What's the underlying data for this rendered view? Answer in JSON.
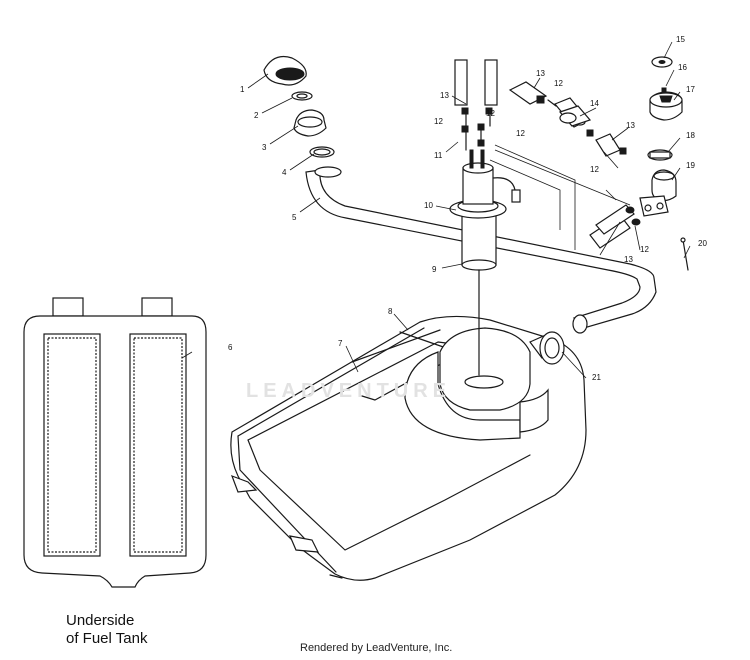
{
  "diagram": {
    "callouts": [
      {
        "id": "c1",
        "label": "1"
      },
      {
        "id": "c2",
        "label": "2"
      },
      {
        "id": "c3",
        "label": "3"
      },
      {
        "id": "c4",
        "label": "4"
      },
      {
        "id": "c5",
        "label": "5"
      },
      {
        "id": "c6",
        "label": "6"
      },
      {
        "id": "c7",
        "label": "7"
      },
      {
        "id": "c8",
        "label": "8"
      },
      {
        "id": "c9",
        "label": "9"
      },
      {
        "id": "c10",
        "label": "10"
      },
      {
        "id": "c11",
        "label": "11"
      },
      {
        "id": "c12a",
        "label": "12"
      },
      {
        "id": "c12b",
        "label": "12"
      },
      {
        "id": "c12c",
        "label": "12"
      },
      {
        "id": "c12d",
        "label": "12"
      },
      {
        "id": "c12e",
        "label": "12"
      },
      {
        "id": "c12f",
        "label": "12"
      },
      {
        "id": "c13a",
        "label": "13"
      },
      {
        "id": "c13b",
        "label": "13"
      },
      {
        "id": "c13c",
        "label": "13"
      },
      {
        "id": "c13d",
        "label": "13"
      },
      {
        "id": "c14",
        "label": "14"
      },
      {
        "id": "c15",
        "label": "15"
      },
      {
        "id": "c16",
        "label": "16"
      },
      {
        "id": "c17",
        "label": "17"
      },
      {
        "id": "c18",
        "label": "18"
      },
      {
        "id": "c19",
        "label": "19"
      },
      {
        "id": "c20",
        "label": "20"
      },
      {
        "id": "c21",
        "label": "21"
      }
    ],
    "caption_line1": "Underside",
    "caption_line2": "of Fuel Tank",
    "watermark": "LEADVENTURE",
    "footer": "Rendered by LeadVenture, Inc."
  }
}
